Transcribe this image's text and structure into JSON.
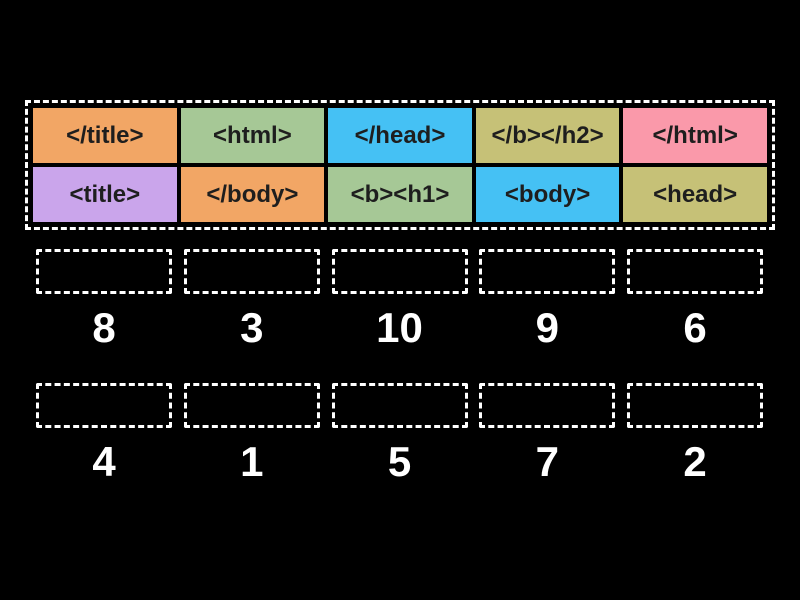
{
  "background_color": "#000000",
  "pool": {
    "rows": [
      [
        {
          "label": "</title>",
          "color": "#F2A665"
        },
        {
          "label": "<html>",
          "color": "#A6C896"
        },
        {
          "label": "</head>",
          "color": "#45C1F4"
        },
        {
          "label": "</b></h2>",
          "color": "#C6C177"
        },
        {
          "label": "</html>",
          "color": "#FA99AA"
        }
      ],
      [
        {
          "label": "<title>",
          "color": "#CAA5EB"
        },
        {
          "label": "</body>",
          "color": "#F2A665"
        },
        {
          "label": "<b><h1>",
          "color": "#A6C896"
        },
        {
          "label": "<body>",
          "color": "#45C1F4"
        },
        {
          "label": "<head>",
          "color": "#C6C177"
        }
      ]
    ]
  },
  "slots": {
    "rows": [
      [
        "8",
        "3",
        "10",
        "9",
        "6"
      ],
      [
        "4",
        "1",
        "5",
        "7",
        "2"
      ]
    ]
  }
}
